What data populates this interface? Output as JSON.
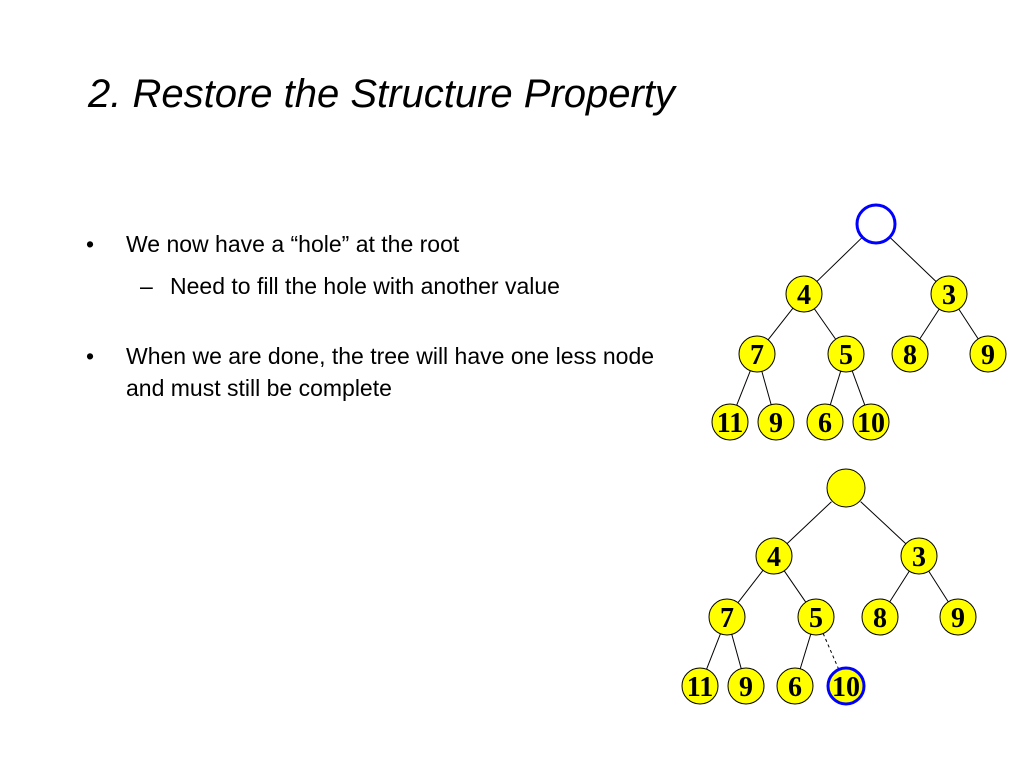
{
  "title": "2. Restore the Structure Property",
  "bullets": [
    {
      "text": "We now have a “hole” at the root",
      "subs": [
        {
          "text": "Need to fill the hole with another value"
        }
      ]
    },
    {
      "text": "When we are done, the tree will have one less node and must still be complete",
      "subs": []
    }
  ],
  "colors": {
    "node_fill": "#ffff00",
    "highlight": "#0000ff",
    "edge": "#000000"
  },
  "trees": [
    {
      "name": "tree-before",
      "root": {
        "label": "",
        "style": "hole"
      },
      "nodes": [
        {
          "label": "4",
          "parent": "root"
        },
        {
          "label": "3",
          "parent": "root"
        },
        {
          "label": "7",
          "parent": 0
        },
        {
          "label": "5",
          "parent": 0
        },
        {
          "label": "8",
          "parent": 1
        },
        {
          "label": "9",
          "parent": 1
        },
        {
          "label": "11",
          "parent": 2
        },
        {
          "label": "9",
          "parent": 2
        },
        {
          "label": "6",
          "parent": 3
        },
        {
          "label": "10",
          "parent": 3
        }
      ]
    },
    {
      "name": "tree-after",
      "root": {
        "label": "",
        "style": "filled"
      },
      "nodes": [
        {
          "label": "4",
          "parent": "root"
        },
        {
          "label": "3",
          "parent": "root"
        },
        {
          "label": "7",
          "parent": 0
        },
        {
          "label": "5",
          "parent": 0
        },
        {
          "label": "8",
          "parent": 1
        },
        {
          "label": "9",
          "parent": 1
        },
        {
          "label": "11",
          "parent": 2
        },
        {
          "label": "9",
          "parent": 2
        },
        {
          "label": "6",
          "parent": 3
        },
        {
          "label": "10",
          "parent": 3,
          "highlight": true,
          "dashed_edge": true
        }
      ]
    }
  ]
}
